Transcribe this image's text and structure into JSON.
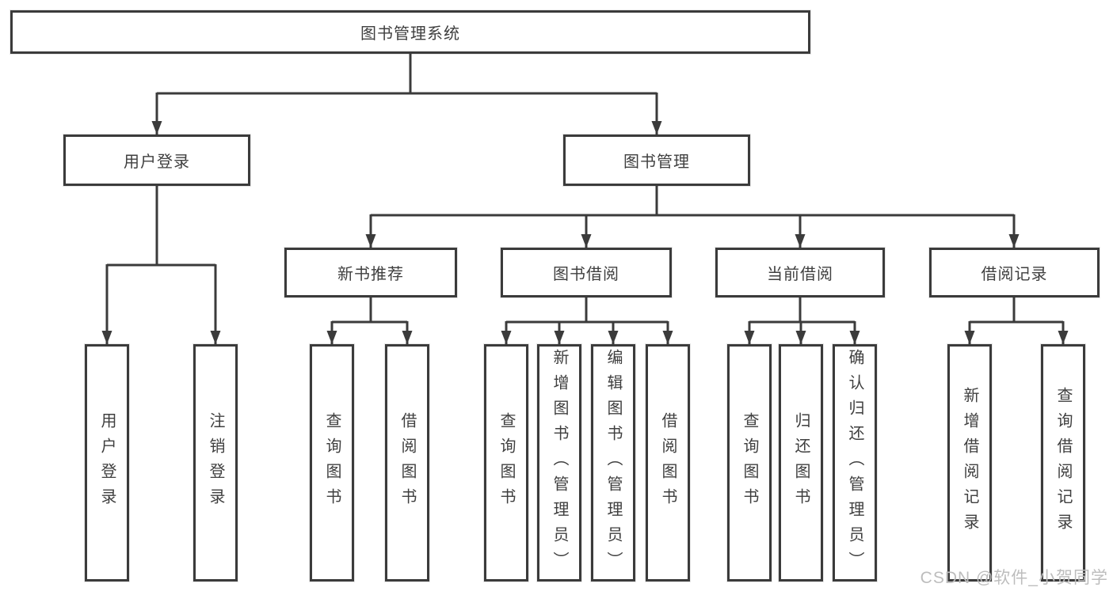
{
  "diagram": {
    "title": "图书管理系统",
    "nodes": {
      "root": "图书管理系统",
      "user_login": "用户登录",
      "book_mgmt": "图书管理",
      "new_books": "新书推荐",
      "book_borrow": "图书借阅",
      "current_borrow": "当前借阅",
      "borrow_records": "借阅记录",
      "leaves": {
        "user_login_1": "用户登录",
        "user_login_2": "注销登录",
        "new_books_1": "查询图书",
        "new_books_2": "借阅图书",
        "book_borrow_1": "查询图书",
        "book_borrow_2": "新增图书（管理员）",
        "book_borrow_3": "编辑图书（管理员）",
        "book_borrow_4": "借阅图书",
        "current_borrow_1": "查询图书",
        "current_borrow_2": "归还图书",
        "current_borrow_3": "确认归还（管理员）",
        "borrow_records_1": "新增借阅记录",
        "borrow_records_2": "查询借阅记录"
      }
    }
  },
  "watermark": "CSDN @软件_小贺同学",
  "colors": {
    "line": "#3b3b3b",
    "text": "#3f3f3f",
    "background": "#ffffff",
    "watermark": "#bdbdbd"
  }
}
